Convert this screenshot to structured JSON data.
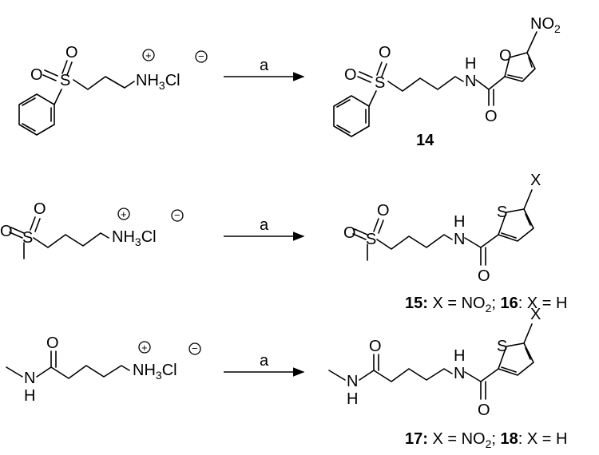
{
  "atoms": {
    "O": "O",
    "S": "S",
    "N": "N",
    "H": "H",
    "X": "X",
    "NH": "NH",
    "Cl": "Cl",
    "three": "3",
    "two": "2",
    "plus": "+",
    "minus": "−"
  },
  "reagent_label": "a",
  "labels": {
    "compound_14": "14",
    "row2_label_bold_1": "15:",
    "row2_label_text_1": " X = NO",
    "row2_label_sub": "2",
    "row2_label_text_2": "; ",
    "row2_label_bold_2": "16",
    "row2_label_text_3": ": X = H",
    "row3_label_bold_1": "17:",
    "row3_label_text_1": " X = NO",
    "row3_label_sub": "2",
    "row3_label_text_2": "; ",
    "row3_label_bold_2": "18",
    "row3_label_text_3": ": X = H"
  }
}
